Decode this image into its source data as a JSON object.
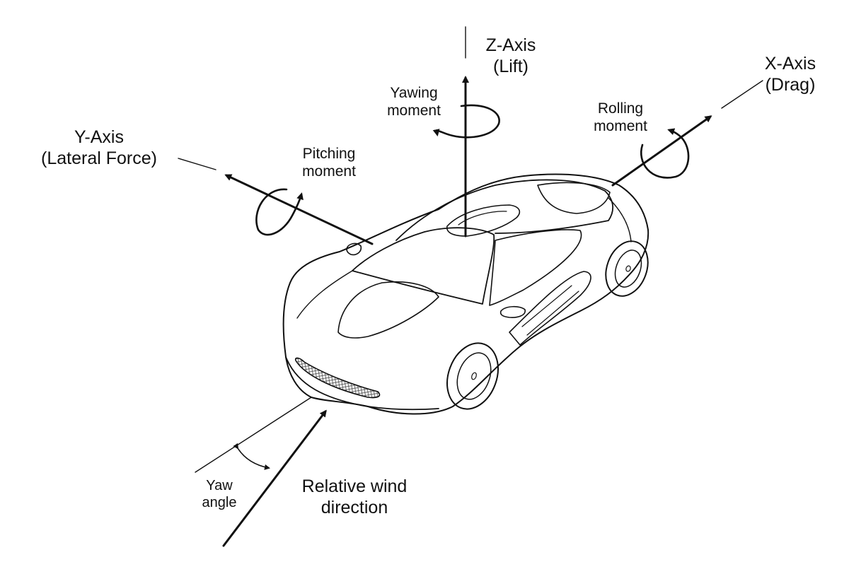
{
  "labels": {
    "z_axis": {
      "line1": "Z-Axis",
      "line2": "(Lift)"
    },
    "x_axis": {
      "line1": "X-Axis",
      "line2": "(Drag)"
    },
    "y_axis": {
      "line1": "Y-Axis",
      "line2": "(Lateral Force)"
    },
    "yawing_moment": {
      "line1": "Yawing",
      "line2": "moment"
    },
    "pitching_moment": {
      "line1": "Pitching",
      "line2": "moment"
    },
    "rolling_moment": {
      "line1": "Rolling",
      "line2": "moment"
    },
    "yaw_angle": {
      "line1": "Yaw",
      "line2": "angle"
    },
    "relative_wind": {
      "line1": "Relative wind",
      "line2": "direction"
    }
  },
  "colors": {
    "ink": "#111111",
    "background": "#ffffff",
    "grille": "#555555"
  }
}
